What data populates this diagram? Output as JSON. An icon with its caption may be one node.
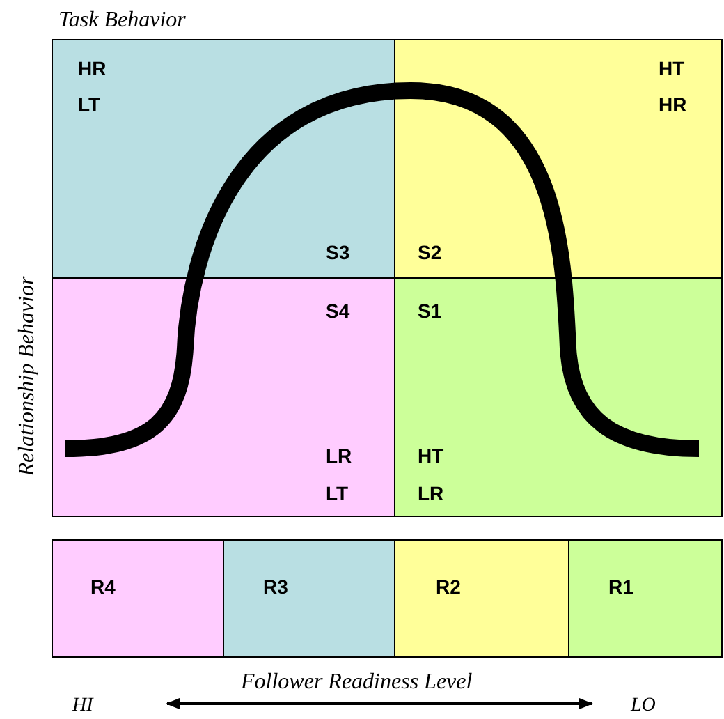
{
  "diagram": {
    "nodes": [
      {
        "text": [
          "HR",
          "LT",
          "S3"
        ]
      },
      {
        "text": [
          "HT",
          "HR",
          "S2"
        ]
      },
      {
        "text": [
          "S4",
          "LR",
          "LT"
        ]
      },
      {
        "text": [
          "S1",
          "HT",
          "LR"
        ]
      },
      {
        "text": [
          "R4"
        ]
      },
      {
        "text": [
          "R3"
        ]
      },
      {
        "text": [
          "R2"
        ]
      },
      {
        "text": [
          "R1"
        ]
      }
    ],
    "labels": [
      "Task Behavior",
      "Relationship Behavior",
      "Follower Readiness Level",
      "HI",
      "LO"
    ]
  }
}
